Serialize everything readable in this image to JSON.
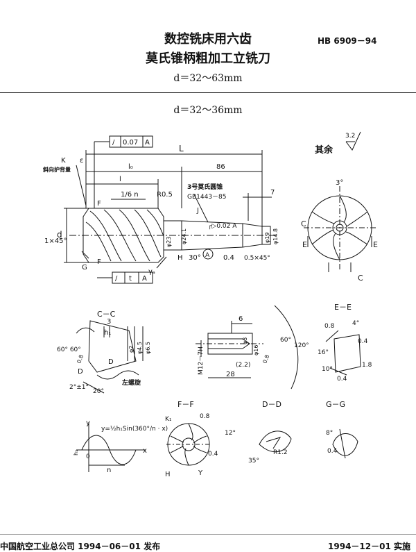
{
  "header": {
    "title_line1": "数控铣床用六齿",
    "title_line2": "莫氏锥柄粗加工立铣刀",
    "subtitle": "d＝32～63mm",
    "standard_code": "HB 6909－94"
  },
  "section_title": "d＝32～36mm",
  "main_view": {
    "tolerance_frame_top": [
      "/",
      "0.07",
      "A"
    ],
    "tolerance_frame_bottom": [
      "/",
      "t",
      "A"
    ],
    "dim_L": "L",
    "dim_l0": "l₀",
    "dim_86": "86",
    "dim_l": "l",
    "dim_pitch": "1/6 n",
    "dim_R05": "R0.5",
    "dim_7": "7",
    "label_k": "K",
    "label_epsilon": "ε",
    "label_bevel": "斜向护背量",
    "label_F": "F",
    "label_d": "d",
    "label_chamfer": "1×45°",
    "label_G": "G",
    "label_morse": "3号莫氏圆锥",
    "label_gb": "GB1443－85",
    "label_phi23": "φ23",
    "label_phi241": "φ24.1",
    "label_taper_tol": "┌▷0.02 A",
    "label_phi19": "φ19",
    "label_phi148": "φ14.8",
    "label_30": "30°",
    "label_A": "A",
    "label_H": "H",
    "label_04": "0.4",
    "label_05x45": "0.5×45°",
    "label_gamma": "γₐ",
    "label_J": "J"
  },
  "surface_finish": {
    "prefix": "其余",
    "value": "3.2"
  },
  "end_view": {
    "angle": "3°",
    "label_C1": "C",
    "label_C2": "C",
    "label_E1": "E",
    "label_E2": "E"
  },
  "section_CC": {
    "title": "C－C",
    "dim_3": "3",
    "h1": "h₁",
    "phi2": "φ2",
    "phi45": "φ4.5",
    "phi65": "φ6.5",
    "angles": "60° 60°",
    "val_08": "0.8",
    "label_D1": "D",
    "label_D2": "D",
    "angle_2": "2°±1°",
    "angle_20": "20°",
    "left_spiral": "左螺旋"
  },
  "thread_view": {
    "dim_6": "6",
    "thread": "M12－7H",
    "phi3": "φ3",
    "phi16": "φ16",
    "angle_60": "60°",
    "angle_120": "120°",
    "val_08": "0.8",
    "dim_22": "(2.2)",
    "dim_28": "28"
  },
  "section_EE": {
    "title": "E－E",
    "val_08": "0.8",
    "angle_4": "4°",
    "val_04a": "0.4",
    "angle_16": "16°",
    "angle_10": "10°",
    "val_18": "1.8",
    "val_04b": "0.4"
  },
  "sine_curve": {
    "y_label": "y",
    "x_label": "x",
    "equation": "y=½h₁Sin(360°/n · x)",
    "h1_label": "h₁",
    "origin": "0",
    "n_label": "n"
  },
  "section_FF": {
    "title": "F－F",
    "k1": "K₁",
    "val_08": "0.8",
    "angle_12": "12°",
    "val_04": "0.4",
    "label_H": "H",
    "label_Y": "Y"
  },
  "section_DD": {
    "title": "D－D",
    "radius": "R1.2",
    "angle": "35°"
  },
  "section_GG": {
    "title": "G－G",
    "angle": "8°",
    "val_04": "0.4"
  },
  "footer": {
    "publisher": "中国航空工业总公司 1994－06－01 发布",
    "effective": "1994－12－01 实施"
  }
}
